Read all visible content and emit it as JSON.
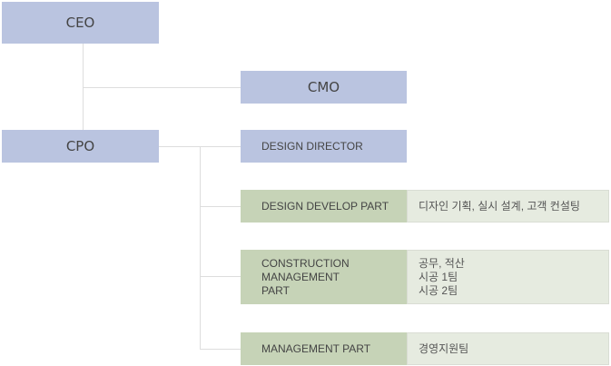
{
  "ceo": "CEO",
  "cmo": "CMO",
  "cpo": "CPO",
  "design_director": "DESIGN DIRECTOR",
  "parts": [
    {
      "name": "DESIGN DEVELOP PART",
      "detail": [
        "디자인 기획, 실시 설계, 고객 컨설팅"
      ]
    },
    {
      "name": [
        "CONSTRUCTION",
        "MANAGEMENT",
        "PART"
      ],
      "detail": [
        "공무, 적산",
        "시공 1팀",
        "시공 2팀"
      ]
    },
    {
      "name": "MANAGEMENT PART",
      "detail": [
        "경영지원팀"
      ]
    }
  ]
}
